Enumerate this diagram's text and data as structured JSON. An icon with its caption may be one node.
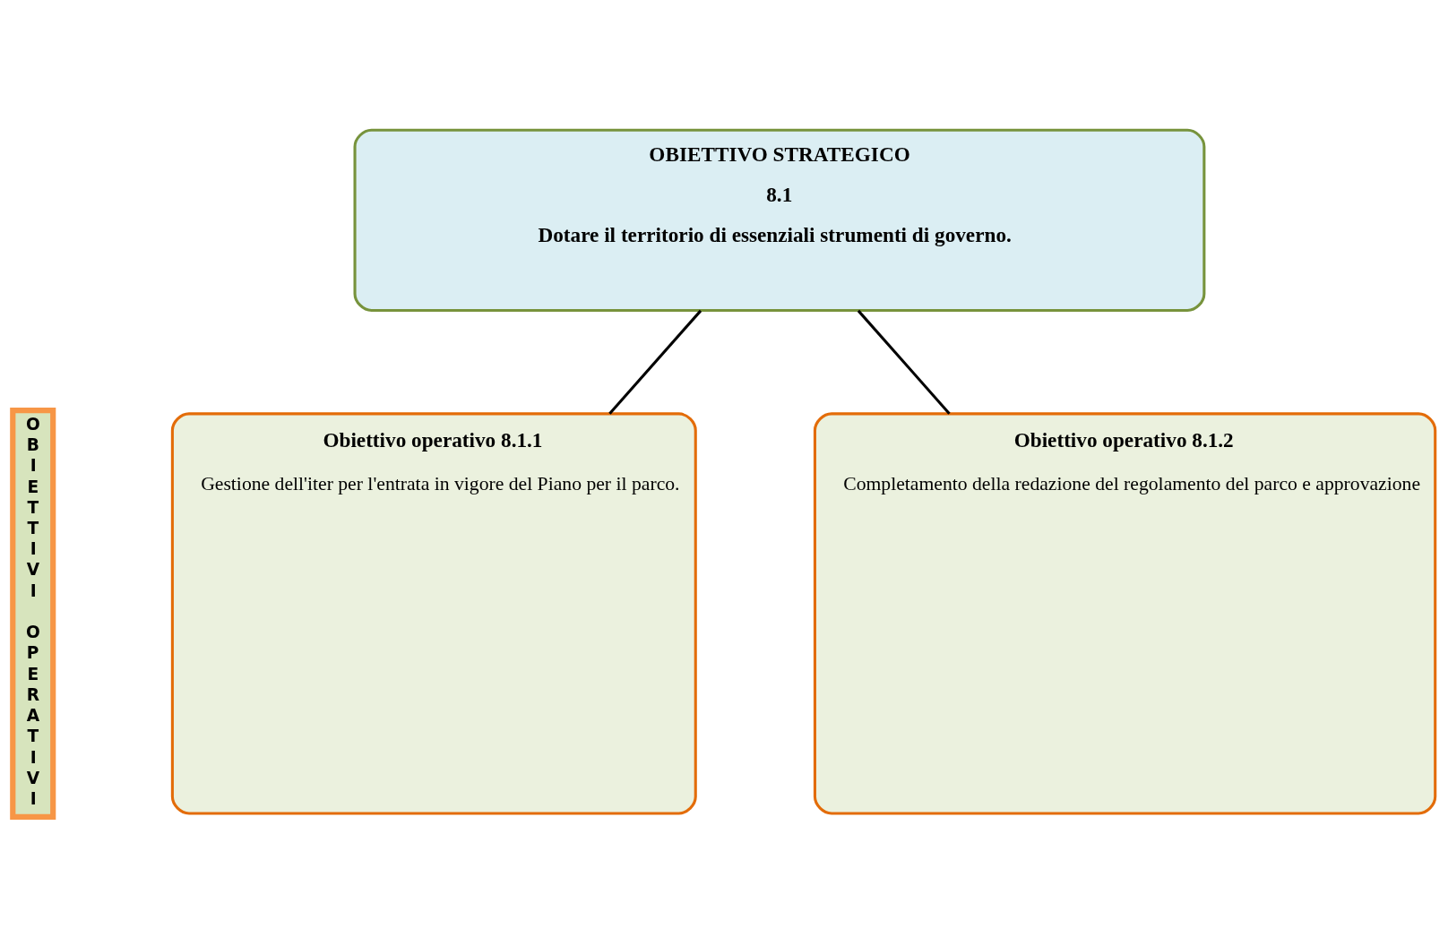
{
  "diagram": {
    "nodes": [
      {
        "text": [
          "OBIETTIVO STRATEGICO",
          "8.1",
          "Dotare il territorio di essenziali strumenti di governo."
        ]
      },
      {
        "text": [
          "Obiettivo operativo 8.1.1",
          "Gestione dell'iter per l'entrata in vigore del Piano per il parco."
        ]
      },
      {
        "text": [
          "Obiettivo operativo 8.1.2",
          "Completamento della redazione del regolamento del parco e approvazione"
        ]
      },
      {
        "text": [
          "OBIETTIVI OPERATIVI"
        ]
      }
    ],
    "edges": [
      {
        "from": 0,
        "to": 1,
        "arrow": "none"
      },
      {
        "from": 0,
        "to": 2,
        "arrow": "none"
      }
    ]
  }
}
